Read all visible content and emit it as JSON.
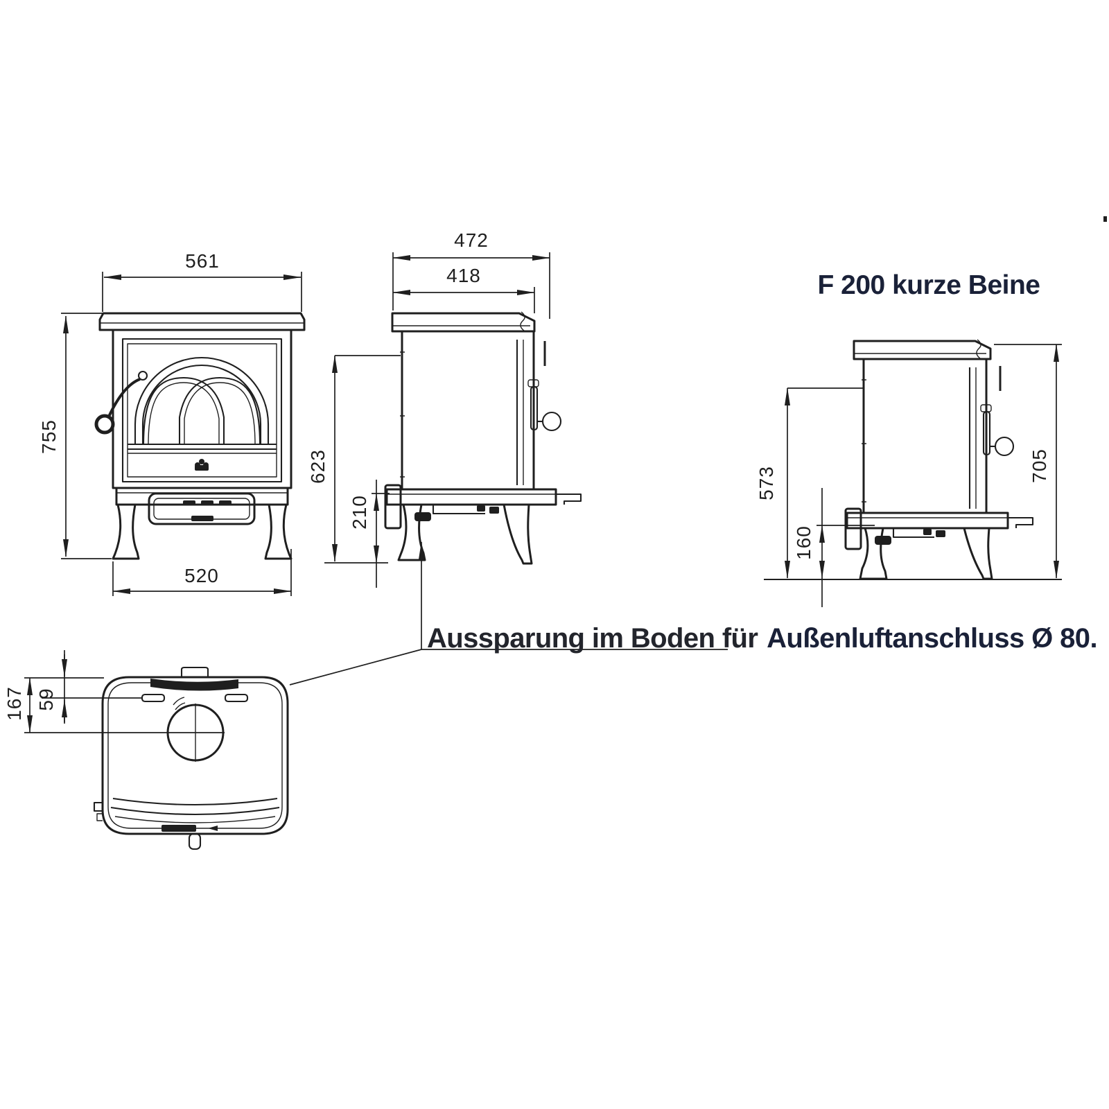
{
  "title": "F 200 kurze Beine",
  "note": {
    "underlined_part": "Aussparung im Boden für",
    "plain_part": "Außenluftanschluss Ø 80."
  },
  "dimensions": {
    "front_view": {
      "top_width": "561",
      "height": "755",
      "leg_span": "520"
    },
    "side_view": {
      "total_depth": "472",
      "body_depth": "418",
      "body_height": "623",
      "base_height": "210"
    },
    "short_leg_view": {
      "body_height": "573",
      "base_height": "160",
      "total_height": "705"
    },
    "top_view": {
      "flue_center_offset": "167",
      "top_edge_offset": "59"
    }
  },
  "colors": {
    "ink": "#1f1f1f",
    "title_text": "#1a2138",
    "note_text": "#23252c"
  }
}
